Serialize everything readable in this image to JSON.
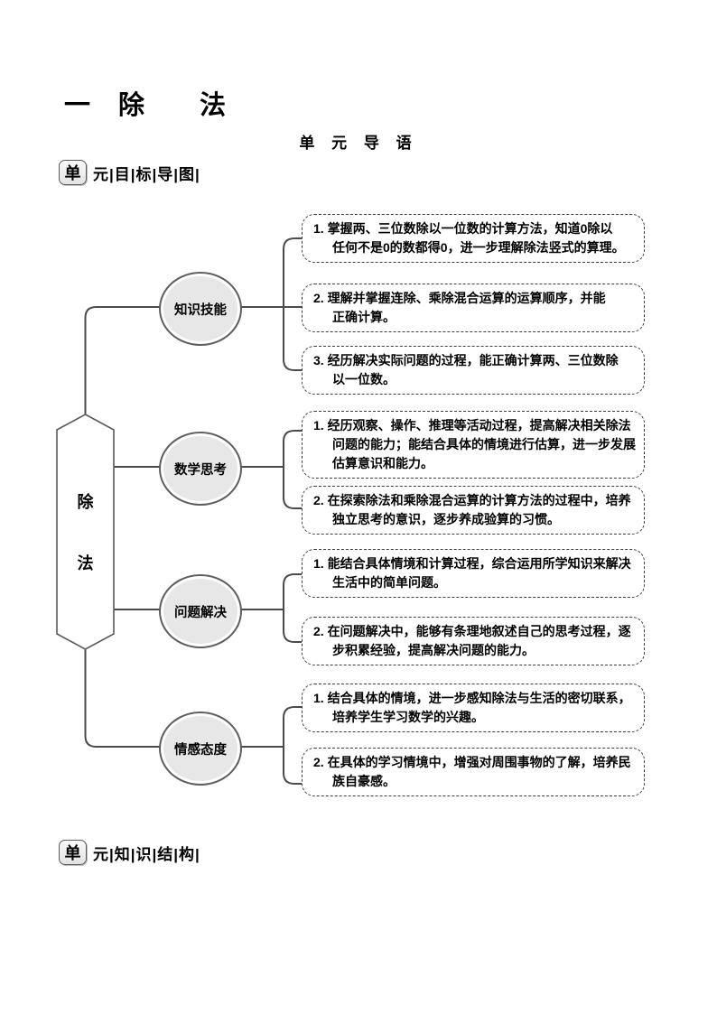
{
  "page": {
    "title": "一　除　　法",
    "subtitle": "单 元 导 语"
  },
  "sections": {
    "goal_map": {
      "badge": "单",
      "label": "元|目|标|导|图|"
    },
    "knowledge_structure": {
      "badge": "单",
      "label": "元|知|识|结|构|"
    }
  },
  "diagram": {
    "root": {
      "label": "除法",
      "chars": [
        "除",
        "法"
      ]
    },
    "branches": [
      {
        "label": "知识技能",
        "items": [
          "1. 掌握两、三位数除以一位数的计算方法，知道0除以\n任何不是0的数都得0，进一步理解除法竖式的算理。",
          "2. 理解并掌握连除、乘除混合运算的运算顺序，并能\n正确计算。",
          "3. 经历解决实际问题的过程，能正确计算两、三位数除\n以一位数。"
        ]
      },
      {
        "label": "数学思考",
        "items": [
          "1. 经历观察、操作、推理等活动过程，提高解决相关除法\n问题的能力；能结合具体的情境进行估算，进一步发展\n估算意识和能力。",
          "2. 在探索除法和乘除混合运算的计算方法的过程中，培养\n独立思考的意识，逐步养成验算的习惯。"
        ]
      },
      {
        "label": "问题解决",
        "items": [
          "1. 能结合具体情境和计算过程，综合运用所学知识来解决\n生活中的简单问题。",
          "2. 在问题解决中，能够有条理地叙述自己的思考过程，逐\n步积累经验，提高解决问题的能力。"
        ]
      },
      {
        "label": "情感态度",
        "items": [
          "1. 结合具体的情境，进一步感知除法与生活的密切联系，\n培养学生学习数学的兴趣。",
          "2. 在具体的学习情境中，增强对周围事物的了解，培养民\n族自豪感。"
        ]
      }
    ]
  },
  "colors": {
    "line": "#4b4b4b",
    "node_fill": "#e7e7e7",
    "node_border": "#5f5f5f",
    "box_border": "#3f3f3f",
    "text": "#000000",
    "background": "#ffffff"
  }
}
